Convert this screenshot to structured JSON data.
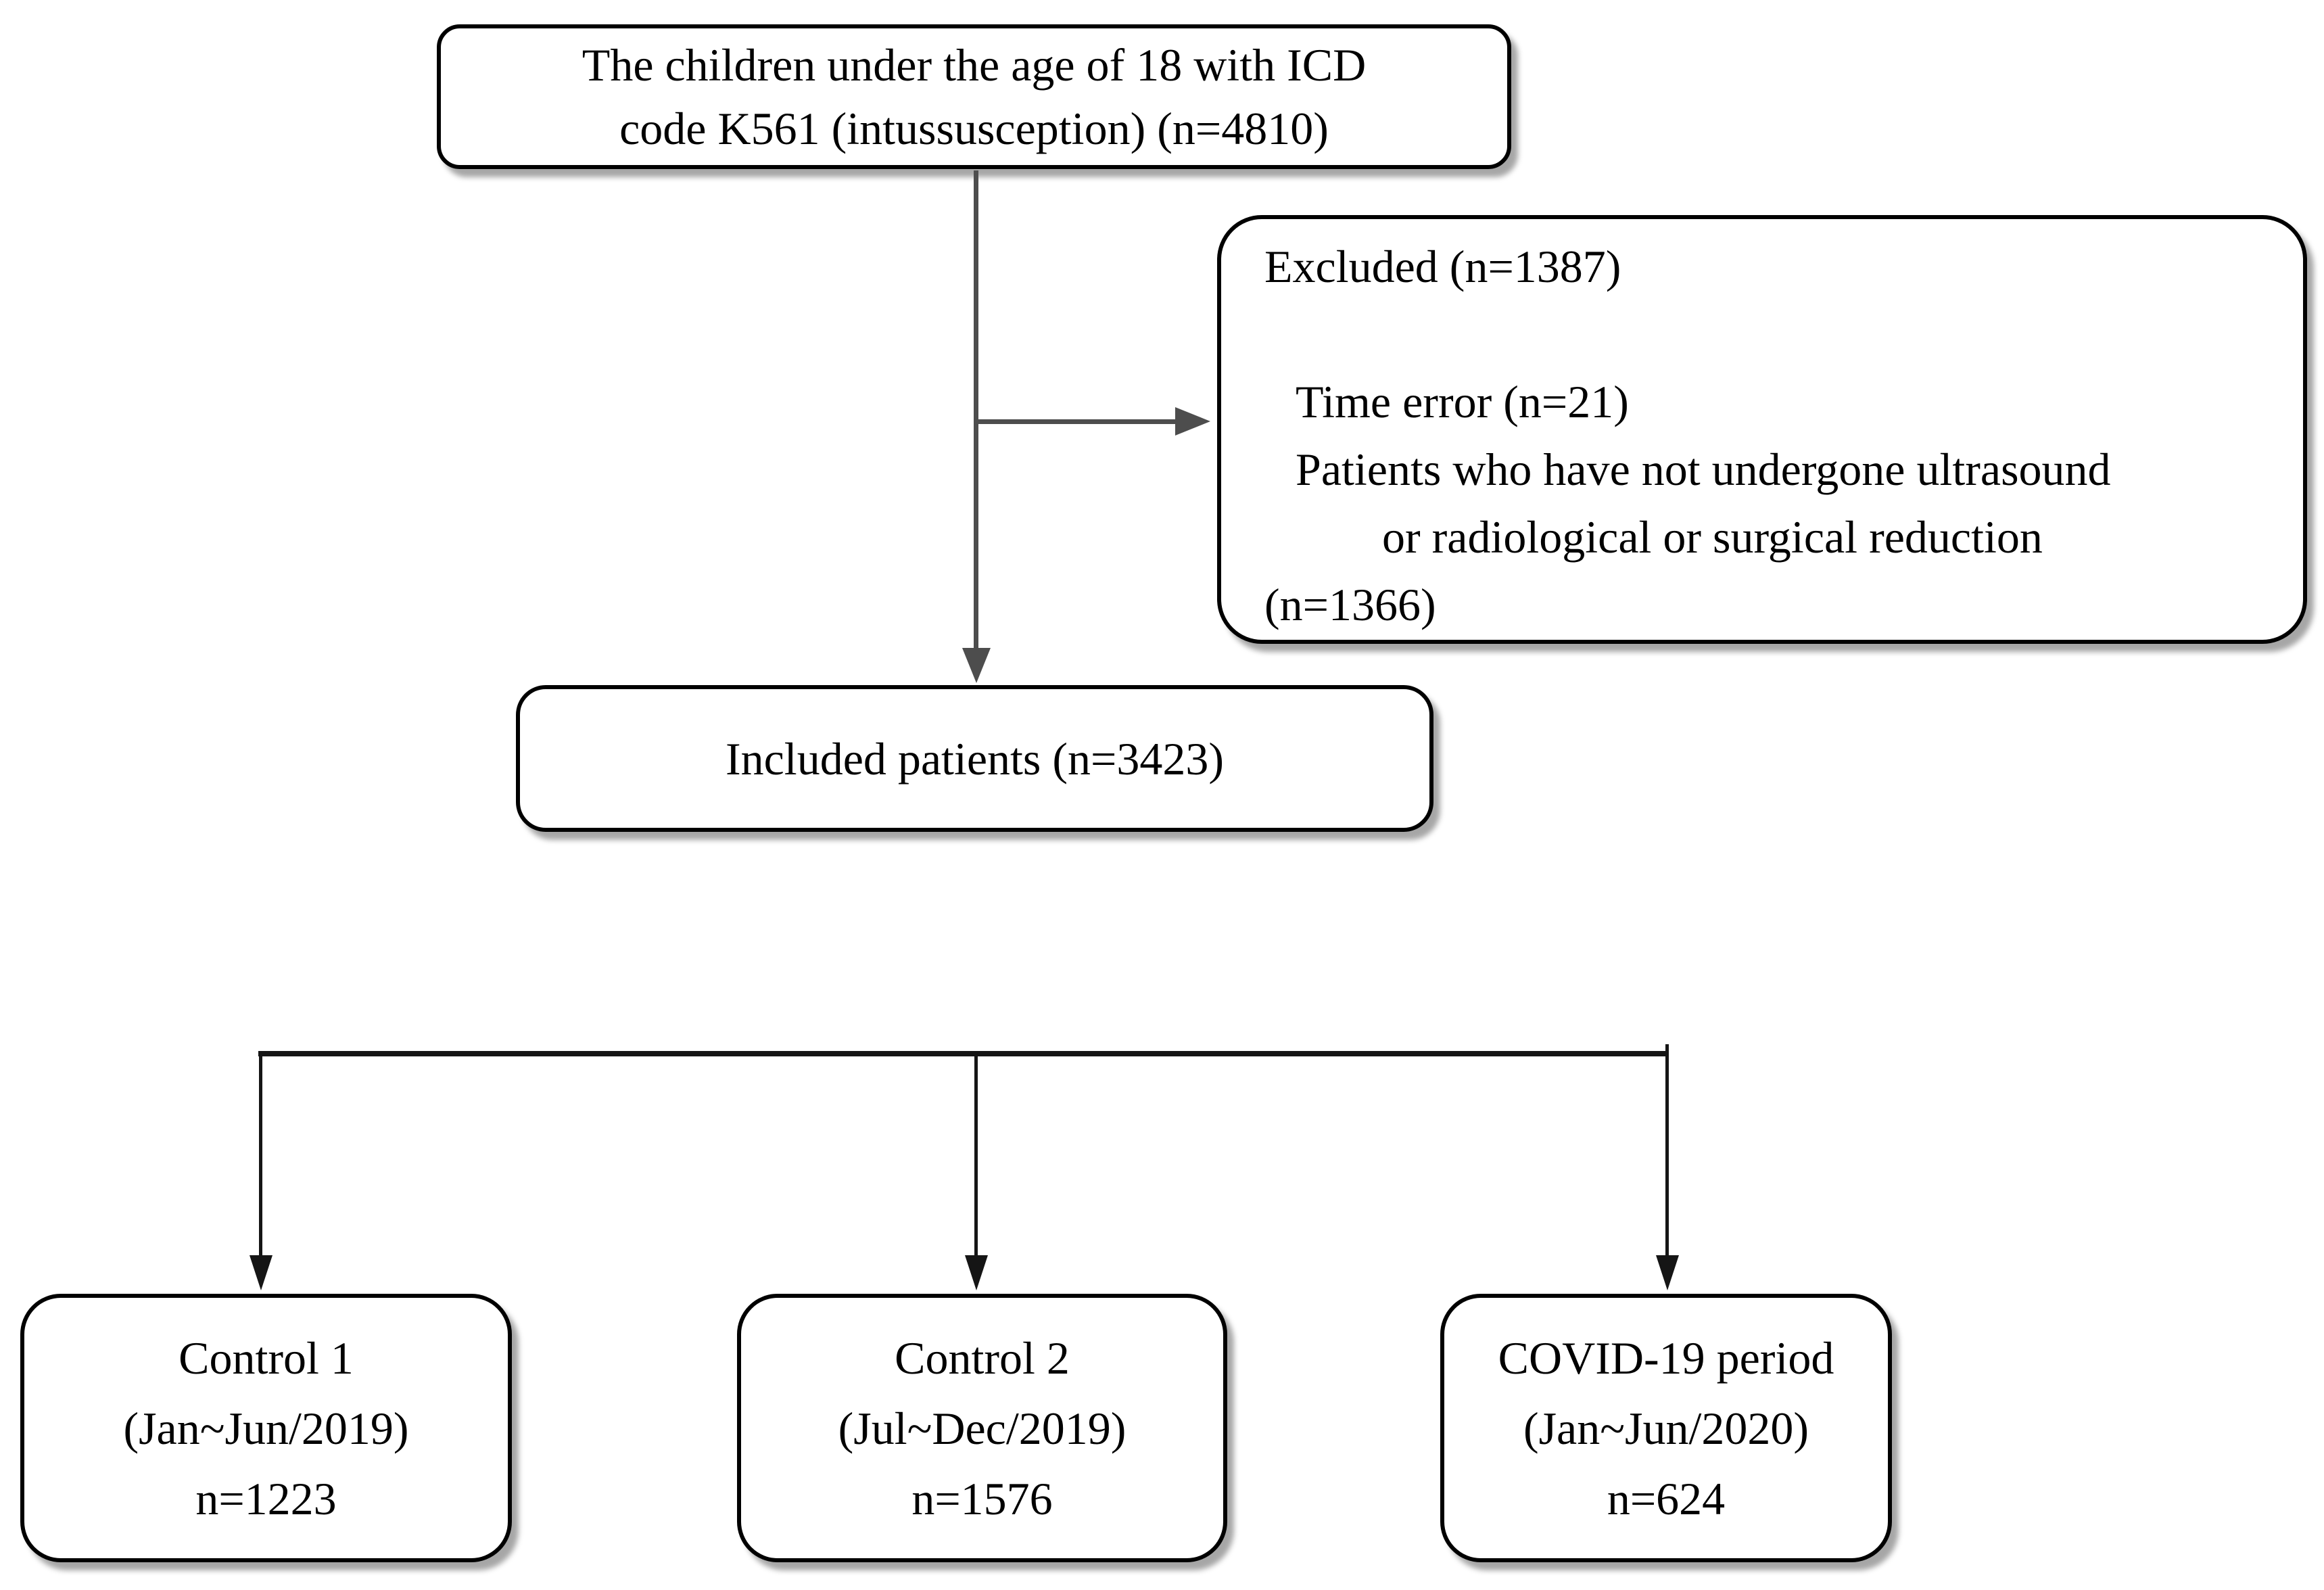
{
  "diagram": {
    "top_box": {
      "lines": [
        "The children under the age of 18 with ICD",
        "code K561 (intussusception) (n=4810)"
      ]
    },
    "excluded_box": {
      "title": "Excluded (n=1387)",
      "items": [
        "Time error (n=21)",
        "Patients who have not undergone ultrasound",
        "or radiological or surgical reduction",
        "(n=1366)"
      ]
    },
    "included_box": {
      "label": "Included patients (n=3423)"
    },
    "groups": [
      {
        "name": "Control 1",
        "period": "(Jan~Jun/2019)",
        "count": "n=1223"
      },
      {
        "name": "Control 2",
        "period": "(Jul~Dec/2019)",
        "count": "n=1576"
      },
      {
        "name": "COVID-19 period",
        "period": "(Jan~Jun/2020)",
        "count": "n=624"
      }
    ],
    "colors": {
      "box_border": "#000000",
      "box_fill": "#ffffff",
      "upper_arrow_gray": "#4d4d4d",
      "lower_line_black": "#151515",
      "shadow": "rgba(0,0,0,0.35)"
    }
  }
}
